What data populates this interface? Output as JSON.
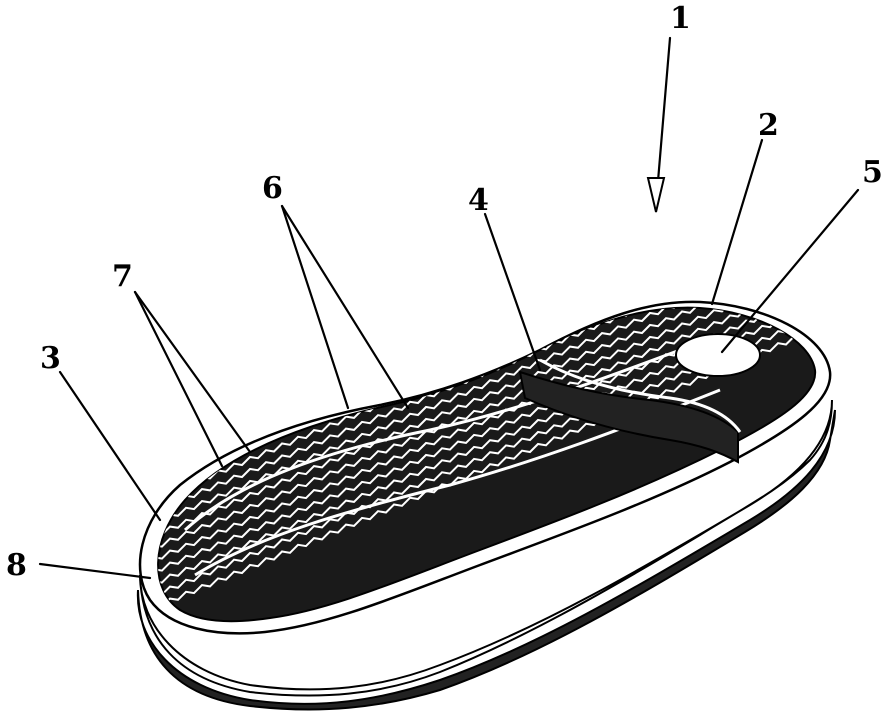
{
  "figure": {
    "reference_numerals": [
      {
        "id": "1",
        "text": "1"
      },
      {
        "id": "2",
        "text": "2"
      },
      {
        "id": "3",
        "text": "3"
      },
      {
        "id": "4",
        "text": "4"
      },
      {
        "id": "5",
        "text": "5"
      },
      {
        "id": "6",
        "text": "6"
      },
      {
        "id": "7",
        "text": "7"
      },
      {
        "id": "8",
        "text": "8"
      }
    ]
  }
}
